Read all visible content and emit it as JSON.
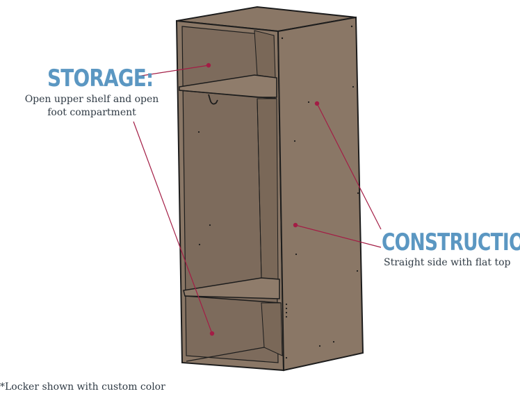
{
  "callouts": {
    "storage": {
      "title": "STORAGE:",
      "description": "Open upper shelf and open foot compartment"
    },
    "construction": {
      "title": "CONSTRUCTION:",
      "description": "Straight side with flat top"
    }
  },
  "footnote": "*Locker shown with custom color",
  "colors": {
    "locker_body": "#8a7766",
    "locker_interior_dark": "#7d6b5c",
    "outline": "#1c1c1c",
    "callout_line": "#a31d45",
    "callout_dot": "#a31d45",
    "title_blue": "#5b97c2",
    "text_dark": "#2f3a44"
  }
}
